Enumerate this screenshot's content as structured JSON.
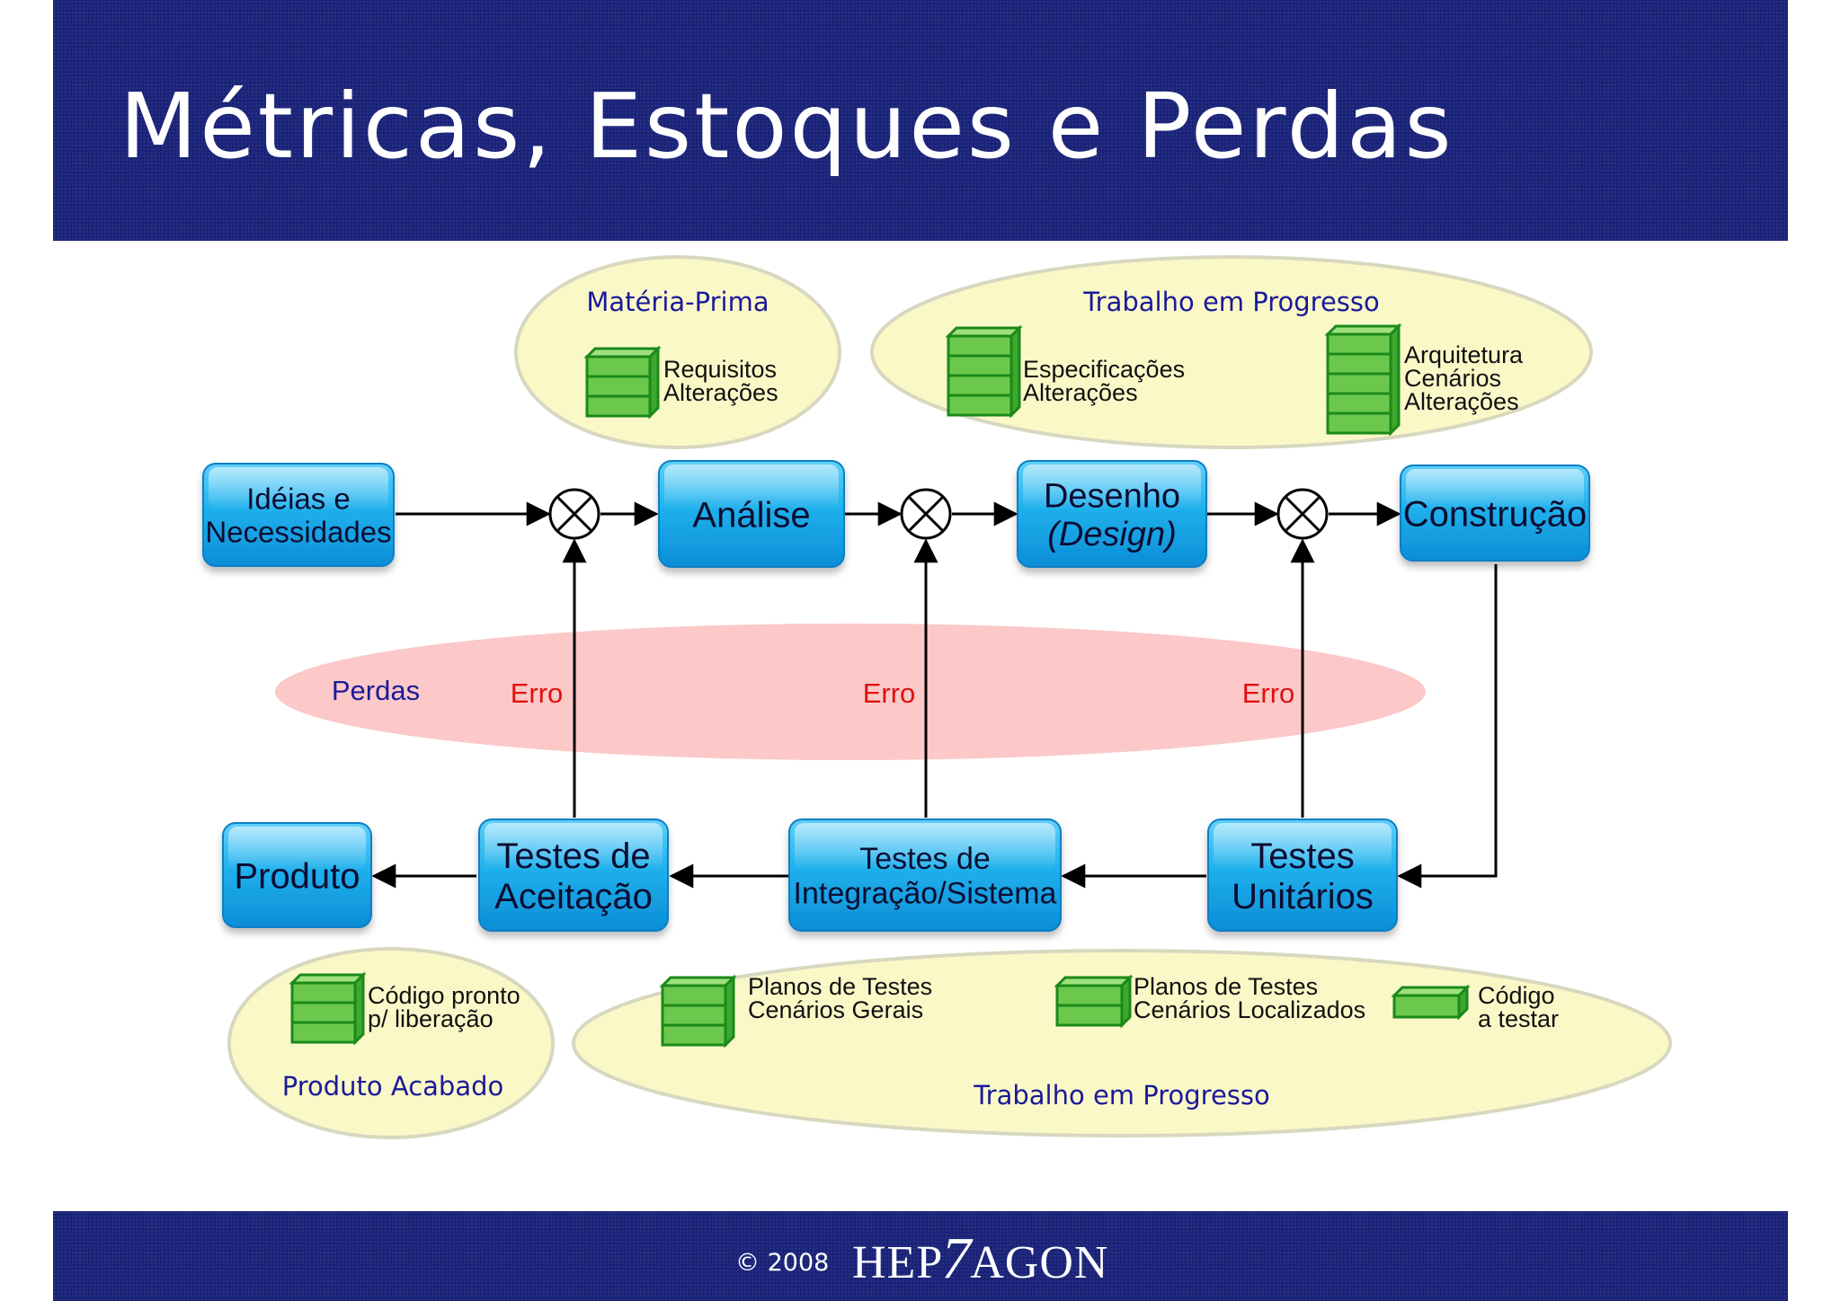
{
  "title": "Métricas, Estoques e Perdas",
  "footer": {
    "copyright": "© 2008",
    "logo": {
      "part1": "HEP",
      "seven": "7",
      "part2": "AGON"
    }
  },
  "groups": {
    "materia_prima": "Matéria-Prima",
    "wip_top": "Trabalho em Progresso",
    "wip_bottom": "Trabalho em Progresso",
    "produto_acabado": "Produto Acabado",
    "perdas": "Perdas"
  },
  "stocks": {
    "requisitos": [
      "Requisitos",
      "Alterações"
    ],
    "especificacoes": [
      "Especificações",
      "Alterações"
    ],
    "arquitetura": [
      "Arquitetura",
      "Cenários",
      "Alterações"
    ],
    "codigo_pronto": [
      "Código pronto",
      "p/ liberação"
    ],
    "planos_gerais": [
      "Planos de Testes",
      "Cenários Gerais"
    ],
    "planos_localizados": [
      "Planos de Testes",
      "Cenários Localizados"
    ],
    "codigo_testar": [
      "Código",
      "a testar"
    ]
  },
  "nodes": {
    "ideias": [
      "Idéias e",
      "Necessidades"
    ],
    "analise": [
      "Análise"
    ],
    "desenho": [
      "Desenho",
      "(Design)"
    ],
    "construcao": [
      "Construção"
    ],
    "produto": [
      "Produto"
    ],
    "aceitacao": [
      "Testes de",
      "Aceitação"
    ],
    "integracao": [
      "Testes de",
      "Integração/Sistema"
    ],
    "unitarios": [
      "Testes",
      "Unitários"
    ]
  },
  "errors": [
    "Erro",
    "Erro",
    "Erro"
  ],
  "colors": {
    "band": "#1a2378",
    "node": "#18a8e8",
    "stock": "#6cc84c",
    "stock_edge": "#1a8a1a",
    "group_fill": "#fbf8c8",
    "losses_fill": "#fcc8c8",
    "error_text": "#e01010",
    "group_text": "#1a1a9a"
  }
}
